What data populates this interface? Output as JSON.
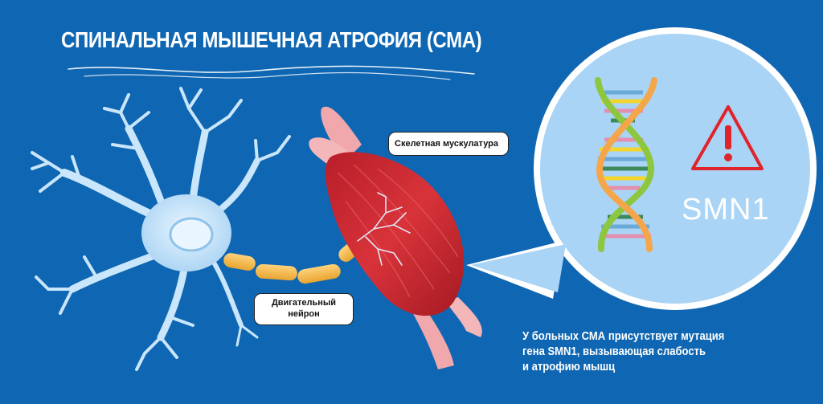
{
  "title": "СПИНАЛЬНАЯ МЫШЕЧНАЯ АТРОФИЯ (СМА)",
  "labels": {
    "muscle": "Скелетная мускулатура",
    "neuron_line1": "Двигательный",
    "neuron_line2": "нейрон"
  },
  "gene": "SMN1",
  "caption": {
    "line1": "У больных СМА присутствует мутация",
    "line2": "гена SMN1, вызывающая слабость",
    "line3": "и атрофию мышц"
  },
  "colors": {
    "background": "#0f66b2",
    "bubble": "#aad4f5",
    "muscle": "#c8232c",
    "tendon": "#f0a8ac",
    "neuron": "#c9e6fb",
    "axon": "#f4b63f",
    "warning": "#e0242b"
  },
  "icons": [
    "neuron-icon",
    "muscle-icon",
    "dna-helix-icon",
    "warning-icon"
  ]
}
